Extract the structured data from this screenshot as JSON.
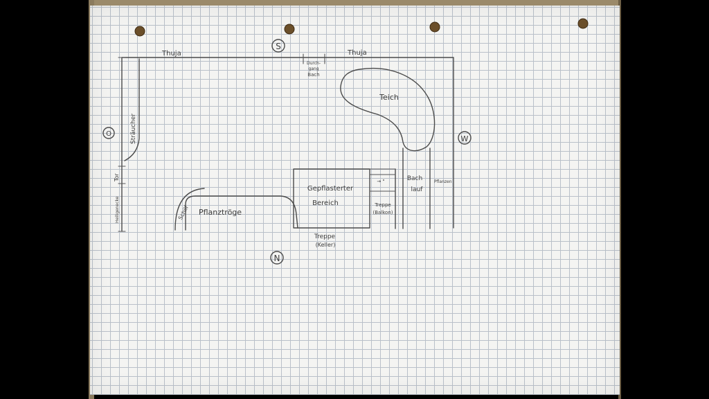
{
  "labels": {
    "thuja_left": "Thuja",
    "thuja_right": "Thuja",
    "durchgang_line1": "Durch-",
    "durchgang_line2": "gang",
    "durchgang_line3": "Bach",
    "teich": "Teich",
    "straeucher": "Sträucher",
    "tor": "Tor",
    "hecke": "Heiligenecke",
    "gepflasterter": "Gepflasterter",
    "bereich": "Bereich",
    "bach": "Bach",
    "lauf": "lauf",
    "pflanzen": "Pflanzen",
    "treppe_balkon_1": "Treppe",
    "treppe_balkon_2": "(Balkon)",
    "treppe_keller_1": "Treppe",
    "treppe_keller_2": "(Keller)",
    "pflanztroege": "Pflanztröge",
    "schilf": "Schilf",
    "arrow_mark": "→ \""
  },
  "compass": {
    "south": "S",
    "north": "N",
    "west": "W",
    "east": "O"
  },
  "colors": {
    "ink": "#4a4a4a",
    "paper": "#f4f4f2",
    "grid": "#b9c0c9",
    "background": "#000000"
  }
}
